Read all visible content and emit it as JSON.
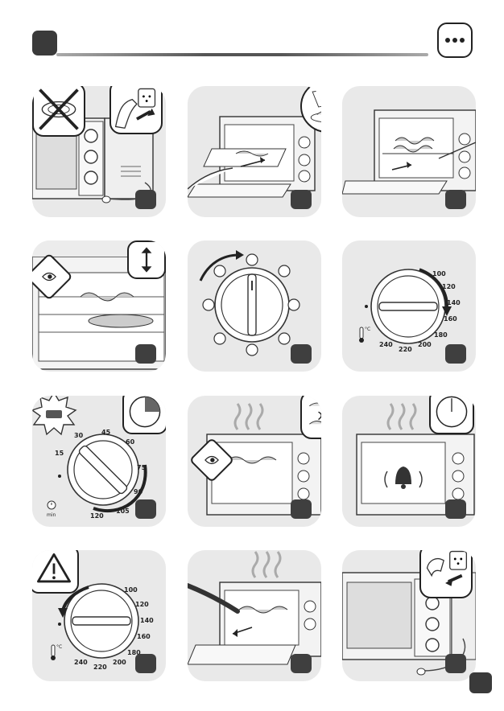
{
  "header": {
    "bullet_icon": "square-badge",
    "settings_icon": "three-dots-icon"
  },
  "dials": {
    "temperature_scale": [
      "100",
      "120",
      "140",
      "160",
      "180",
      "200",
      "220",
      "240"
    ],
    "temperature_unit": "°C",
    "timer_scale": [
      "15",
      "30",
      "45",
      "60",
      "75",
      "90",
      "105",
      "120"
    ],
    "timer_unit": "min"
  },
  "steps": [
    {
      "icon": "unplug-icon"
    },
    {
      "icon": "tray-insert-icon"
    },
    {
      "icon": "grill-insert-icon"
    },
    {
      "icon": "rack-height-icon"
    },
    {
      "icon": "function-dial-icon"
    },
    {
      "icon": "temperature-dial-icon"
    },
    {
      "icon": "timer-dial-icon"
    },
    {
      "icon": "heat-watch-icon"
    },
    {
      "icon": "bell-icon"
    },
    {
      "icon": "warning-icon"
    },
    {
      "icon": "remove-food-icon"
    },
    {
      "icon": "unplug-icon"
    }
  ],
  "footer": {
    "page_badge": "page-badge"
  }
}
